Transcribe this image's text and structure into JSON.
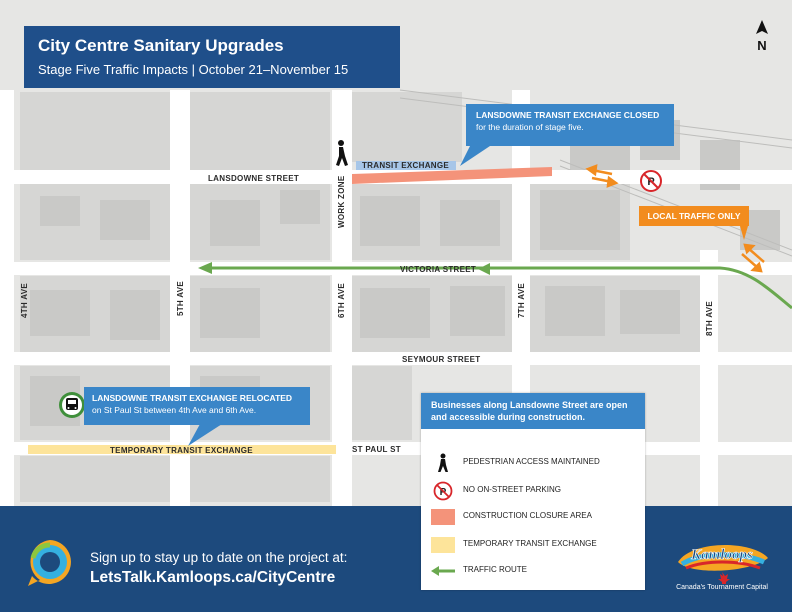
{
  "title": {
    "main": "City Centre Sanitary Upgrades",
    "sub": "Stage Five Traffic Impacts | October 21–November 15"
  },
  "north_label": "N",
  "streets": {
    "lansdowne": "LANSDOWNE STREET",
    "victoria": "VICTORIA STREET",
    "seymour": "SEYMOUR STREET",
    "st_paul": "ST PAUL ST",
    "ave4": "4TH AVE",
    "ave5": "5TH AVE",
    "ave6": "6TH AVE",
    "ave7": "7TH AVE",
    "ave8": "8TH AVE"
  },
  "map_labels": {
    "transit_exchange": "TRANSIT EXCHANGE",
    "work_zone": "WORK ZONE",
    "temporary_transit_exchange": "TEMPORARY TRANSIT EXCHANGE",
    "local_traffic_only": "LOCAL TRAFFIC ONLY"
  },
  "callouts": {
    "closed": {
      "heading": "LANSDOWNE TRANSIT EXCHANGE CLOSED",
      "detail": "for the duration of stage five."
    },
    "relocated": {
      "heading": "LANSDOWNE TRANSIT EXCHANGE RELOCATED",
      "detail": "on St Paul St between 4th Ave and 6th Ave."
    }
  },
  "legend": {
    "heading": "Businesses along Lansdowne Street are open and accessible during construction.",
    "items": [
      {
        "label": "PEDESTRIAN ACCESS MAINTAINED",
        "icon": "pedestrian-icon"
      },
      {
        "label": "NO ON-STREET PARKING",
        "icon": "no-parking-icon"
      },
      {
        "label": "CONSTRUCTION CLOSURE AREA",
        "color": "#f4937a"
      },
      {
        "label": "TEMPORARY TRANSIT EXCHANGE",
        "color": "#fde49a"
      },
      {
        "label": "TRAFFIC ROUTE",
        "color": "#6aa84f"
      }
    ]
  },
  "footer": {
    "line1": "Sign up to stay up to date on the project at:",
    "line2": "LetsTalk.Kamloops.ca/CityCentre",
    "brand": "Kamloops",
    "tagline": "Canada's Tournament Capital"
  },
  "colors": {
    "navy": "#1f4f8a",
    "callout_blue": "#3a86c8",
    "closure": "#f4937a",
    "temporary": "#fde49a",
    "traffic_route": "#6aa84f",
    "local_traffic": "#f28c1e"
  }
}
